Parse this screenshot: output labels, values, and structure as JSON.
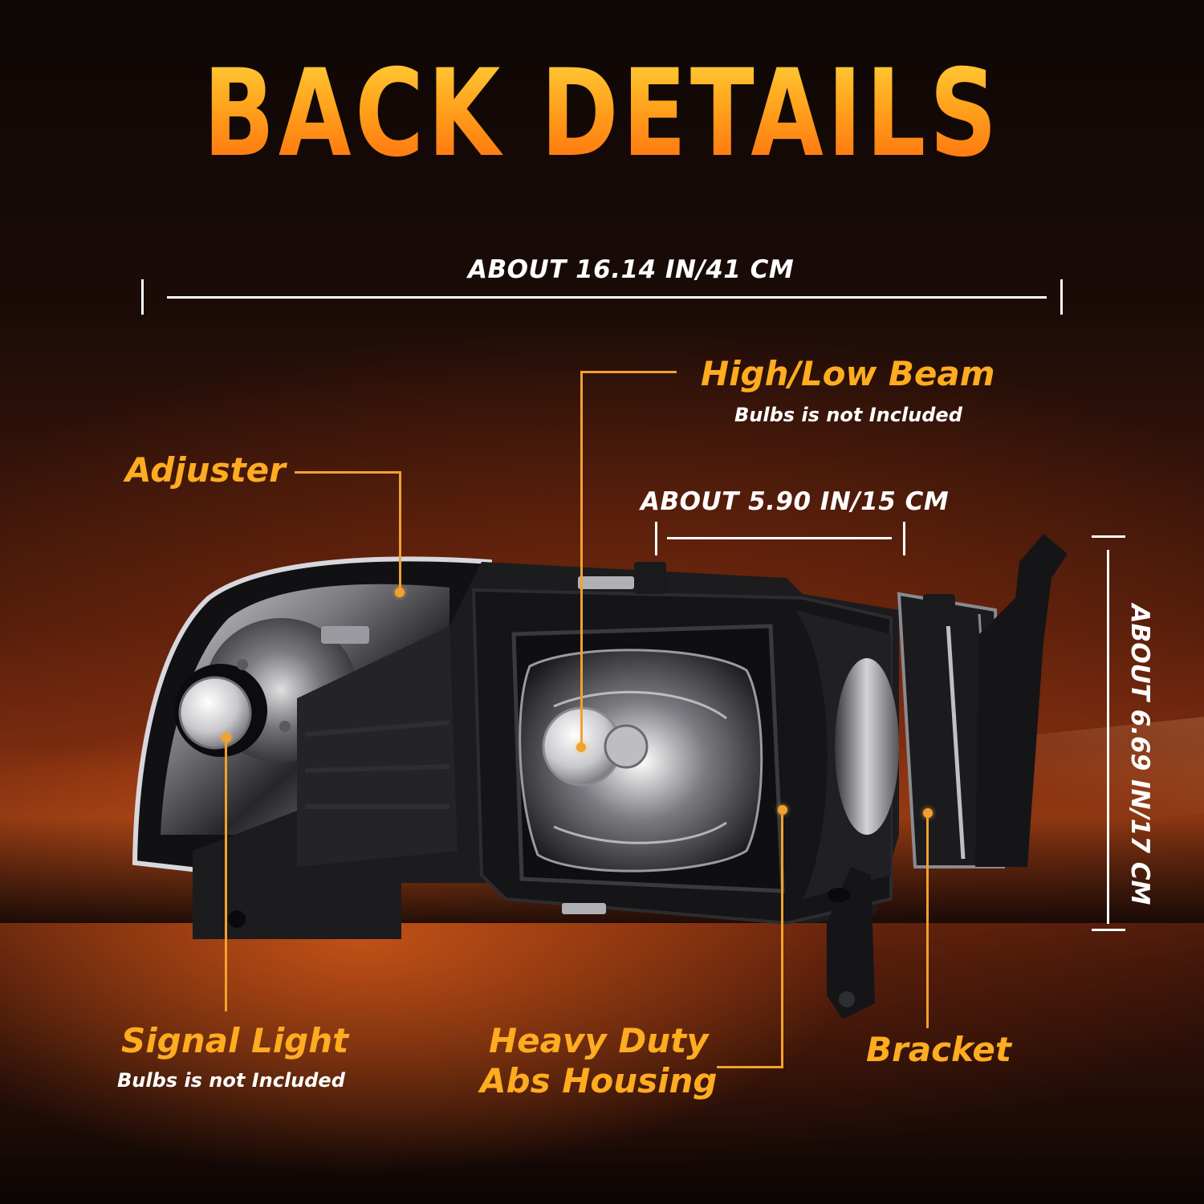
{
  "title": "BACK DETAILS",
  "dimensions": {
    "width_label": "ABOUT 16.14 IN/41 CM",
    "beam_width_label": "ABOUT 5.90 IN/15 CM",
    "height_label": "ABOUT 6.69 IN/17 CM"
  },
  "callouts": {
    "high_low_beam": {
      "label": "High/Low Beam",
      "note": "Bulbs is not Included"
    },
    "adjuster": {
      "label": "Adjuster"
    },
    "signal_light": {
      "label": "Signal Light",
      "note": "Bulbs is not Included"
    },
    "housing": {
      "line1": "Heavy Duty",
      "line2": "Abs Housing"
    },
    "bracket": {
      "label": "Bracket"
    }
  },
  "colors": {
    "accent": "#ffac20",
    "callout_line": "#f2a12e",
    "dimension_line": "#ffffff",
    "housing": "#1c1c1e"
  },
  "icons": {
    "product": "headlight-assembly-rear-view"
  }
}
